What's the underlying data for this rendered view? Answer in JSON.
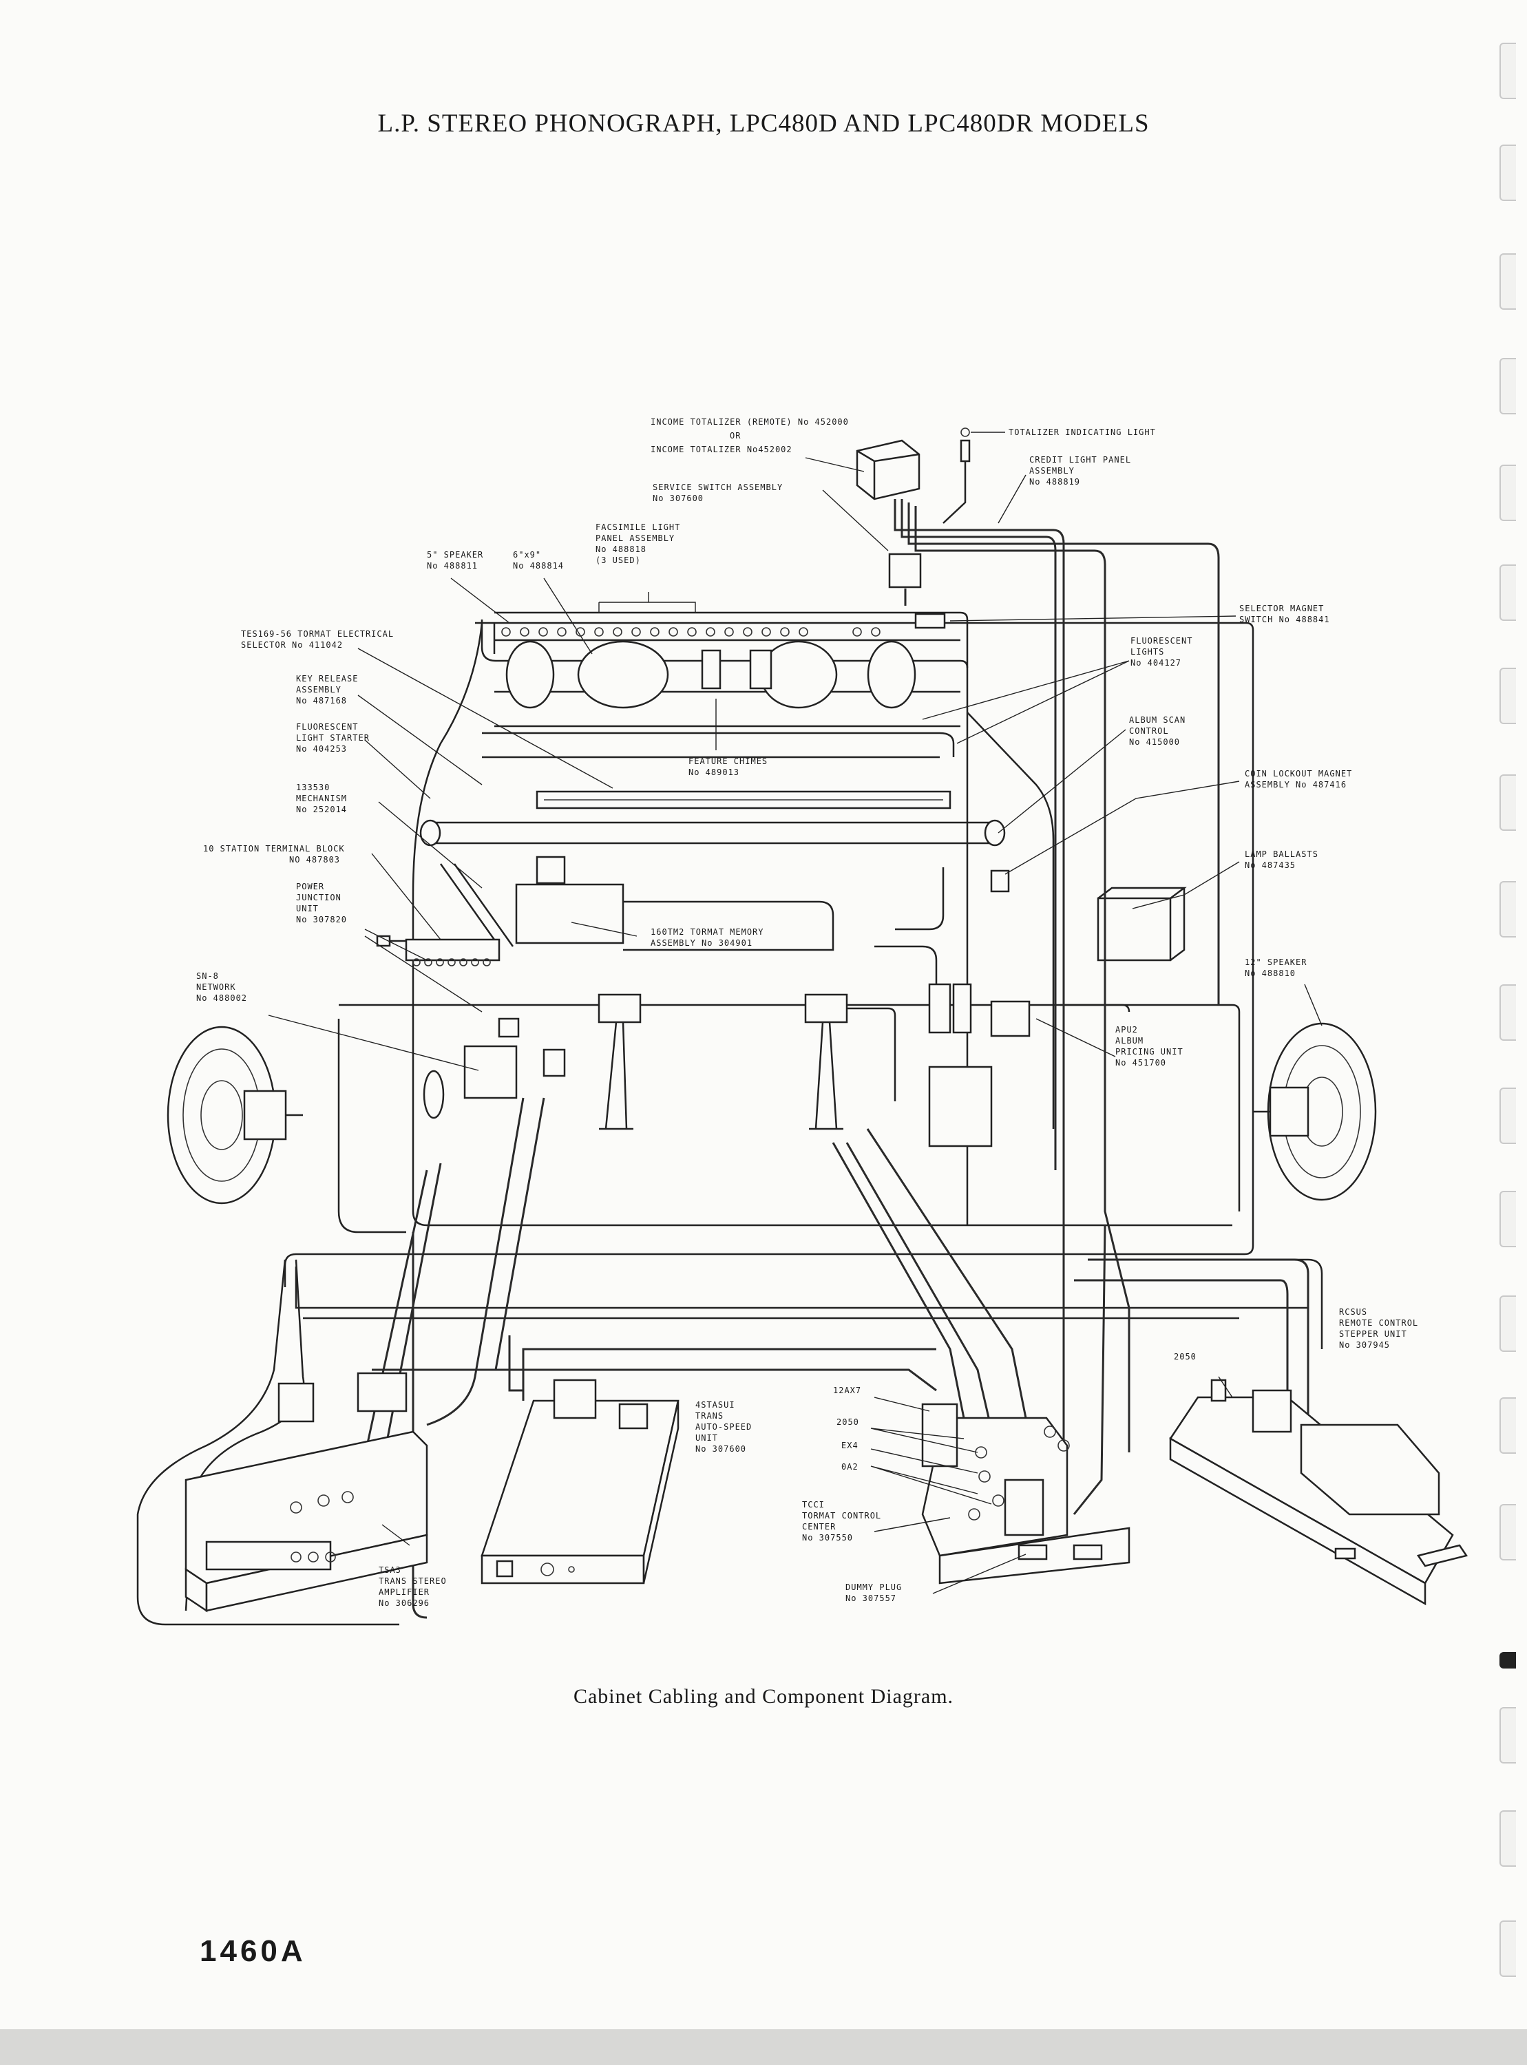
{
  "page": {
    "title": "L.P. STEREO PHONOGRAPH, LPC480D AND LPC480DR MODELS",
    "caption": "Cabinet Cabling and Component Diagram.",
    "page_number": "1460A"
  },
  "labels": {
    "income_totalizer": [
      "INCOME TOTALIZER (REMOTE) No 452000",
      "OR",
      "INCOME TOTALIZER No452002"
    ],
    "totalizer_light": [
      "TOTALIZER INDICATING LIGHT"
    ],
    "credit_panel": [
      "CREDIT LIGHT PANEL",
      "ASSEMBLY",
      "No 488819"
    ],
    "service_switch": [
      "SERVICE SWITCH ASSEMBLY",
      "No 307600"
    ],
    "facsimile_panel": [
      "FACSIMILE LIGHT",
      "PANEL ASSEMBLY",
      "No 488818",
      "(3 USED)"
    ],
    "speaker_5": [
      "5\" SPEAKER",
      "No 488811"
    ],
    "speaker_6x9": [
      "6\"x9\"",
      "No 488814"
    ],
    "selector_magnet": [
      "SELECTOR MAGNET",
      "SWITCH No 488841"
    ],
    "tes_selector": [
      "TES169-56 TORMAT ELECTRICAL",
      "SELECTOR No 411042"
    ],
    "fluorescent_lights": [
      "FLUORESCENT",
      "LIGHTS",
      "No 404127"
    ],
    "key_release": [
      "KEY RELEASE",
      "ASSEMBLY",
      "No 487168"
    ],
    "light_starter": [
      "FLUORESCENT",
      "LIGHT STARTER",
      "No 404253"
    ],
    "album_scan": [
      "ALBUM SCAN",
      "CONTROL",
      "No 415000"
    ],
    "feature_chimes": [
      "FEATURE CHIMES",
      "No 489013"
    ],
    "mechanism": [
      "133530",
      "MECHANISM",
      "No 252014"
    ],
    "coin_lockout": [
      "COIN LOCKOUT MAGNET",
      "ASSEMBLY No 487416"
    ],
    "terminal_block": [
      "10 STATION TERMINAL BLOCK",
      "NO 487803"
    ],
    "lamp_ballasts": [
      "LAMP BALLASTS",
      "No 487435"
    ],
    "power_junction": [
      "POWER",
      "JUNCTION",
      "UNIT",
      "No 307820"
    ],
    "memory_assembly": [
      "160TM2 TORMAT MEMORY",
      "ASSEMBLY No 304901"
    ],
    "speaker_12": [
      "12\" SPEAKER",
      "No 488810"
    ],
    "sn_network": [
      "SN-8",
      "NETWORK",
      "No 488002"
    ],
    "apu2": [
      "APU2",
      "ALBUM",
      "PRICING UNIT",
      "No 451700"
    ],
    "rcsus": [
      "RCSUS",
      "REMOTE CONTROL",
      "STEPPER UNIT",
      "No 307945"
    ],
    "tube_2050_right": [
      "2050"
    ],
    "auto_speed": [
      "4STASUI",
      "TRANS",
      "AUTO-SPEED",
      "UNIT",
      "No 307600"
    ],
    "tube_12ax7": [
      "12AX7"
    ],
    "tube_2050": [
      "2050"
    ],
    "tube_ex4": [
      "EX4"
    ],
    "tube_0a2": [
      "0A2"
    ],
    "tcc": [
      "TCCI",
      "TORMAT CONTROL",
      "CENTER",
      "No 307550"
    ],
    "amplifier": [
      "TSA3",
      "TRANS STEREO",
      "AMPLIFIER",
      "No 306296"
    ],
    "dummy_plug": [
      "DUMMY PLUG",
      "No 307557"
    ]
  }
}
